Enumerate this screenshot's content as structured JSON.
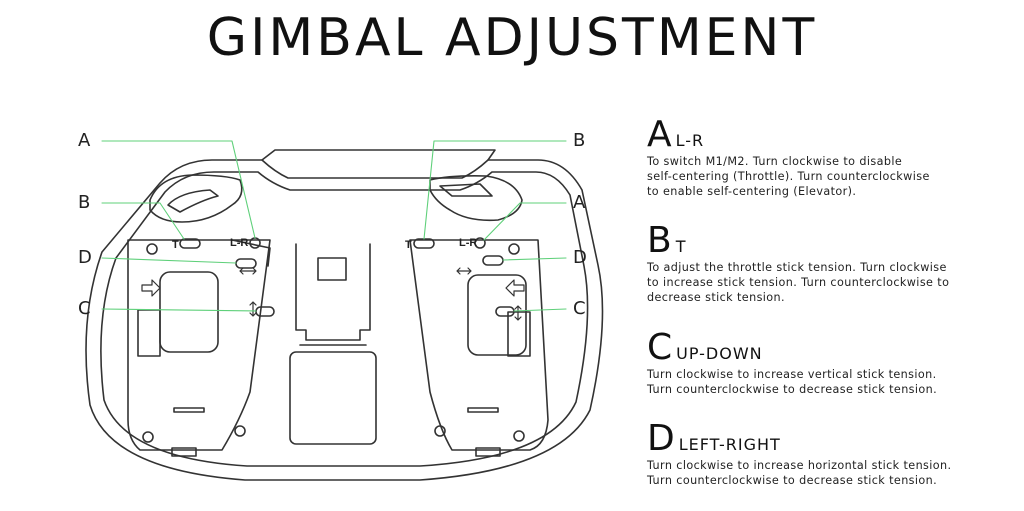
{
  "title": "GIMBAL ADJUSTMENT",
  "callouts": {
    "left_a": "A",
    "left_b": "B",
    "left_d": "D",
    "left_c": "C",
    "right_b": "B",
    "right_a": "A",
    "right_d": "D",
    "right_c": "C"
  },
  "device_labels": {
    "left_t": "T",
    "left_lr": "L-R",
    "right_t": "T",
    "right_lr": "L-R"
  },
  "colors": {
    "leader_line": "#5fd07a",
    "outline": "#333333"
  },
  "sections": [
    {
      "letter": "A",
      "sub": "L-R",
      "lines": [
        "To switch M1/M2. Turn clockwise to disable",
        "self-centering (Throttle). Turn counterclockwise",
        "to enable self-centering (Elevator)."
      ]
    },
    {
      "letter": "B",
      "sub": "T",
      "lines": [
        "To adjust the throttle stick tension. Turn clockwise",
        "to increase stick tension. Turn counterclockwise to",
        "decrease stick tension."
      ]
    },
    {
      "letter": "C",
      "sub": "UP-DOWN",
      "lines": [
        "Turn clockwise to increase vertical stick tension.",
        "Turn counterclockwise to decrease stick tension."
      ]
    },
    {
      "letter": "D",
      "sub": "LEFT-RIGHT",
      "lines": [
        "Turn clockwise to increase horizontal stick tension.",
        "Turn counterclockwise to decrease stick tension."
      ]
    }
  ]
}
